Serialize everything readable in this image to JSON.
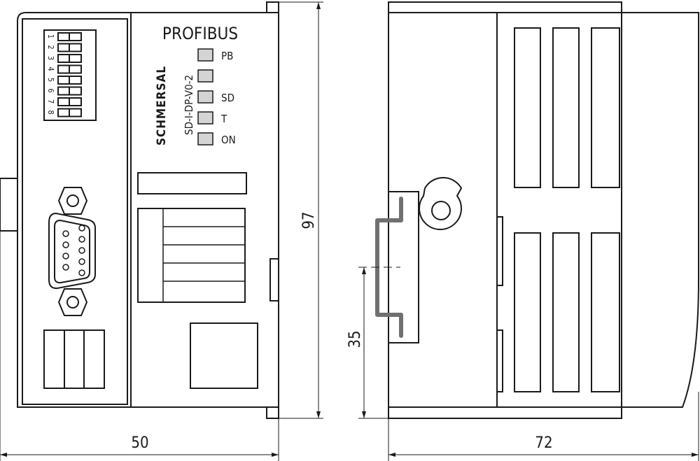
{
  "front_view": {
    "bus_label": "PROFIBUS",
    "brand": "SCHMERSAL",
    "model": "SD-I-DP-V0-2",
    "dip_numbers": [
      "1",
      "2",
      "3",
      "4",
      "5",
      "6",
      "7",
      "8"
    ],
    "leds": [
      {
        "label": "PB"
      },
      {
        "label": ""
      },
      {
        "label": "SD"
      },
      {
        "label": "T"
      },
      {
        "label": "ON"
      }
    ],
    "led_color": "#d4d4d4"
  },
  "dimensions": {
    "height": "97",
    "width": "50",
    "depth": "72",
    "rail_height": "35"
  },
  "rail_color": "#707070"
}
